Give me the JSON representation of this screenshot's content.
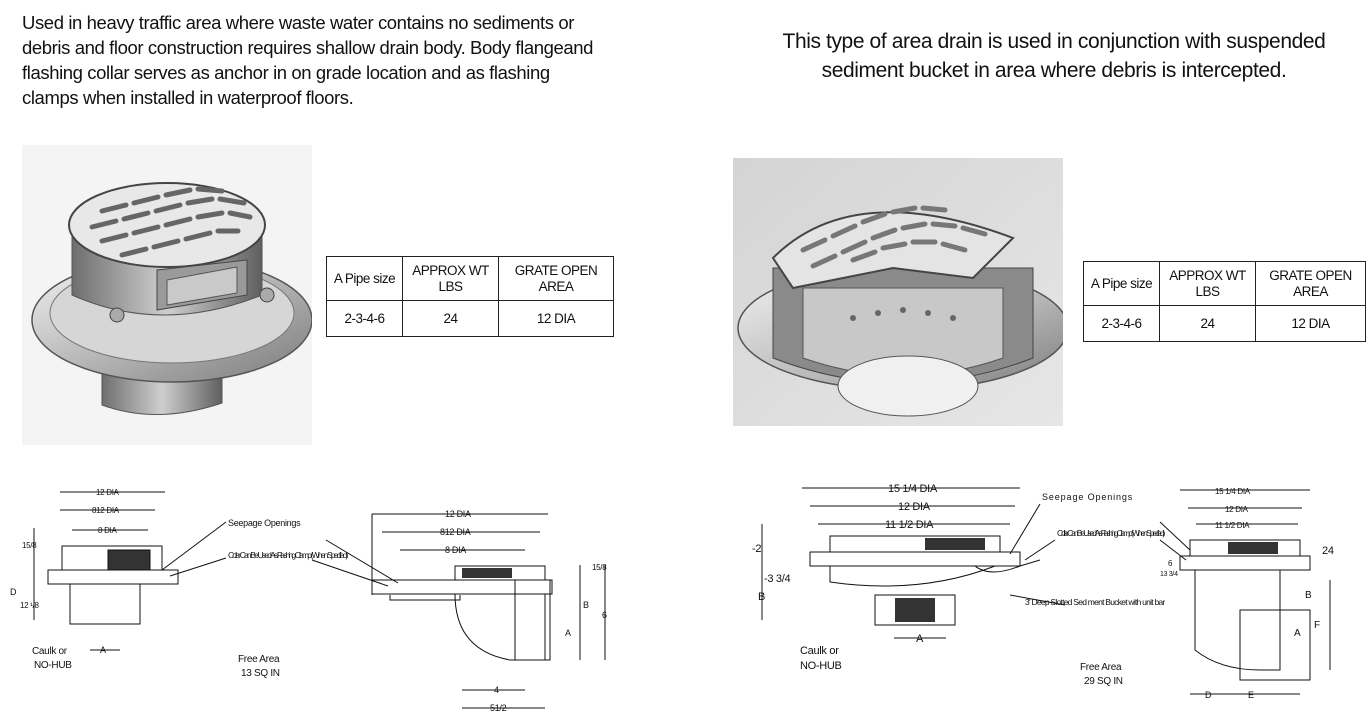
{
  "left": {
    "description": "Used in heavy traffic area where waste water contains no sediments or debris and floor construction requires shallow drain body. Body flangeand flashing collar serves as anchor in on grade location and as flashing clamps when installed in waterproof floors.",
    "table": {
      "headers": [
        "A Pipe size",
        "APPROX WT LBS",
        "GRATE OPEN AREA"
      ],
      "row": [
        "2-3-4-6",
        "24",
        "12 DIA"
      ]
    },
    "diagram": {
      "dim_outer": "12 DIA",
      "dim_mid": "812 DIA",
      "dim_inner": "8 DIA",
      "seepage": "Seepage Openings",
      "collar": "Collar Can Be Used As Flashing Clamp (When Specified)",
      "h1": "15/8",
      "h2": "D",
      "h3": "12 ¹/8",
      "caulk_line1": "Caulk or",
      "caulk_line2": "NO-HUB",
      "dim_a": "A",
      "free_area_line1": "Free Area",
      "free_area_line2": "13 SQ IN",
      "side_dim_outer": "12 DIA",
      "side_dim_mid": "812 DIA",
      "side_dim_inner": "8 DIA",
      "side_h1": "15/8",
      "side_b": "B",
      "side_a": "A",
      "side_6": "6",
      "side_4": "4",
      "side_512": "51/2"
    }
  },
  "right": {
    "description": "This type of area drain is used in conjunction with suspended sediment bucket in area where debris is intercepted.",
    "table": {
      "headers": [
        "A Pipe size",
        "APPROX WT LBS",
        "GRATE OPEN AREA"
      ],
      "row": [
        "2-3-4-6",
        "24",
        "12 DIA"
      ]
    },
    "diagram": {
      "dim_outer": "15 1/4 DIA",
      "dim_mid": "12 DIA",
      "dim_inner": "11 1/2 DIA",
      "seepage": "Seepage Openings",
      "collar": "Collar Can Be Used As Flashing Clamp (When Specified)",
      "bucket": "3' Deep Slotted Sed ment Bucket with unit bar",
      "h_2": "-2",
      "h_334": "-3 3/4",
      "h_b": "B",
      "dim_a": "A",
      "caulk_line1": "Caulk or",
      "caulk_line2": "NO-HUB",
      "free_area_line1": "Free Area",
      "free_area_line2": "29 SQ IN",
      "side_dim_outer": "15 1/4 DIA",
      "side_dim_mid": "12 DIA",
      "side_dim_inner": "11 1/2 DIA",
      "side_24": "24",
      "side_6": "6",
      "side_1334": "13 3/4",
      "side_b": "B",
      "side_a": "A",
      "side_f": "F",
      "side_d": "D",
      "side_e": "E"
    }
  }
}
